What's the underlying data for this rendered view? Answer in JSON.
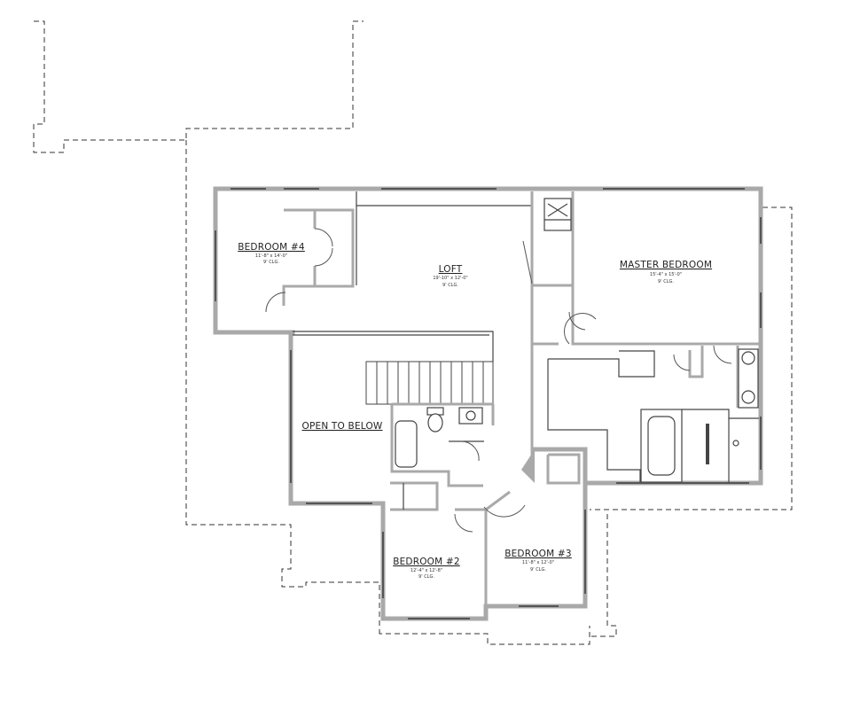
{
  "rooms": {
    "bedroom4": {
      "name": "BEDROOM #4",
      "dims": "11'-8\" x 14'-0\"",
      "ceiling": "9' CLG."
    },
    "loft": {
      "name": "LOFT",
      "dims": "19'-10\" x 12'-0\"",
      "ceiling": "9' CLG."
    },
    "master": {
      "name": "MASTER BEDROOM",
      "dims": "15'-4\" x 15'-0\"",
      "ceiling": "9' CLG."
    },
    "open_below": {
      "name": "OPEN TO BELOW"
    },
    "bedroom2": {
      "name": "BEDROOM #2",
      "dims": "12'-4\" x 12'-8\"",
      "ceiling": "9' CLG."
    },
    "bedroom3": {
      "name": "BEDROOM #3",
      "dims": "11'-8\" x 12'-0\"",
      "ceiling": "9' CLG."
    }
  }
}
